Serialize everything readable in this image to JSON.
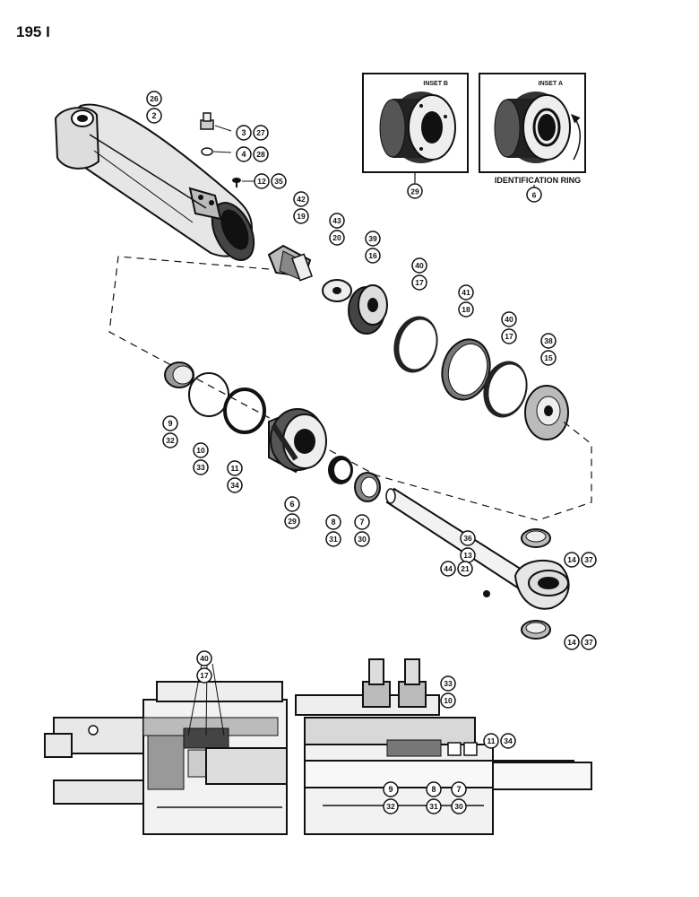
{
  "page_number": "195 I",
  "insets": {
    "b": {
      "title": "INSET B",
      "part": "29"
    },
    "a": {
      "title": "INSET A",
      "part": "6",
      "callout": "IDENTIFICATION RING"
    }
  },
  "callouts": [
    {
      "id": "c-26-2",
      "top": "26",
      "bottom": "2"
    },
    {
      "id": "c-3-27",
      "top": "3",
      "bottom": "27"
    },
    {
      "id": "c-4-28",
      "top": "4",
      "bottom": "28"
    },
    {
      "id": "c-12-35",
      "top": "12",
      "bottom": "35"
    },
    {
      "id": "c-42-19",
      "top": "42",
      "bottom": "19"
    },
    {
      "id": "c-43-20",
      "top": "43",
      "bottom": "20"
    },
    {
      "id": "c-39-16",
      "top": "39",
      "bottom": "16"
    },
    {
      "id": "c-40-17a",
      "top": "40",
      "bottom": "17"
    },
    {
      "id": "c-41-18",
      "top": "41",
      "bottom": "18"
    },
    {
      "id": "c-40-17b",
      "top": "40",
      "bottom": "17"
    },
    {
      "id": "c-38-15",
      "top": "38",
      "bottom": "15"
    },
    {
      "id": "c-9-32",
      "top": "9",
      "bottom": "32"
    },
    {
      "id": "c-10-33",
      "top": "10",
      "bottom": "33"
    },
    {
      "id": "c-11-34",
      "top": "11",
      "bottom": "34"
    },
    {
      "id": "c-6-29",
      "top": "6",
      "bottom": "29"
    },
    {
      "id": "c-8-31",
      "top": "8",
      "bottom": "31"
    },
    {
      "id": "c-7-30",
      "top": "7",
      "bottom": "30"
    },
    {
      "id": "c-36-13",
      "top": "36",
      "bottom": "13"
    },
    {
      "id": "c-14-37a",
      "top": "14",
      "bottom": "37"
    },
    {
      "id": "c-44-21",
      "top": "44",
      "bottom": "21"
    },
    {
      "id": "c-14-37b",
      "top": "14",
      "bottom": "37"
    },
    {
      "id": "c-40-17-sec",
      "top": "40",
      "bottom": "17"
    },
    {
      "id": "c-33-10-sec",
      "top": "33",
      "bottom": "10"
    },
    {
      "id": "c-11-34-sec",
      "top": "11",
      "bottom": "34"
    },
    {
      "id": "c-9-32-sec",
      "top": "9",
      "bottom": "32"
    },
    {
      "id": "c-8-31-sec",
      "top": "8",
      "bottom": "31"
    },
    {
      "id": "c-7-30-sec",
      "top": "7",
      "bottom": "30"
    }
  ]
}
